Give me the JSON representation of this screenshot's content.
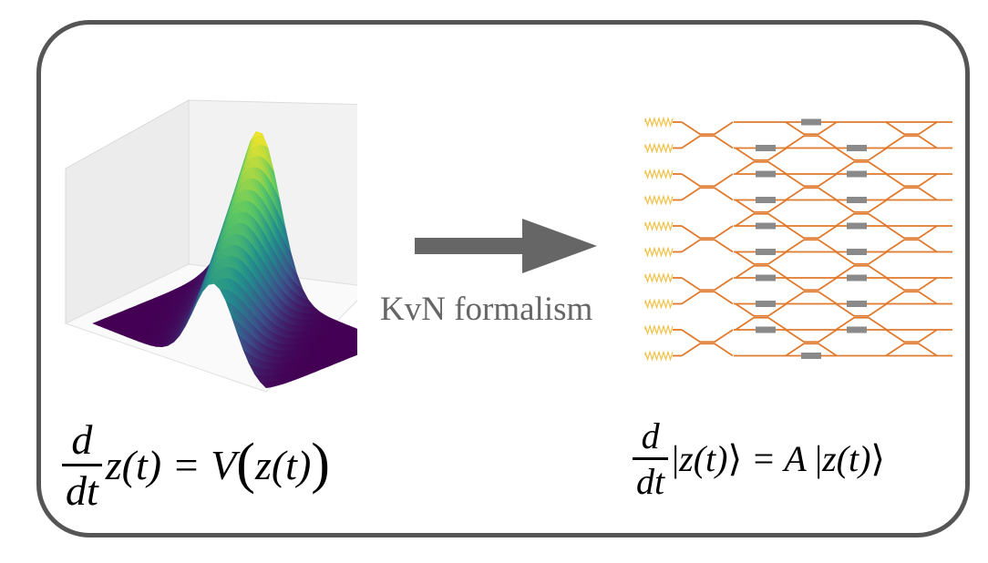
{
  "arrow_label": "KvN formalism",
  "equation_left": {
    "numerator": "d",
    "denominator": "dt",
    "lhs": "z(t) = V",
    "paren_open": "(",
    "inner": "z(t)",
    "paren_close": ")"
  },
  "equation_right": {
    "numerator": "d",
    "denominator": "dt",
    "ket_open": "|",
    "ket_inner": "z(t)",
    "ket_close": "⟩",
    "equals_A": " = A ",
    "ket2_open": "|",
    "ket2_inner": "z(t)",
    "ket2_close": "⟩"
  },
  "colors": {
    "frame": "#555555",
    "arrow": "#666666",
    "waveguide": "#e07a2e",
    "phase_shifter": "#8a8a8a",
    "input_wave": "#f2c043",
    "colormap": [
      "#440154",
      "#3b528b",
      "#21918c",
      "#5ec962",
      "#fde725"
    ]
  },
  "icons": {
    "surface": "3d-surface-plot-icon",
    "circuit": "photonic-circuit-icon",
    "arrow": "right-arrow-icon"
  }
}
